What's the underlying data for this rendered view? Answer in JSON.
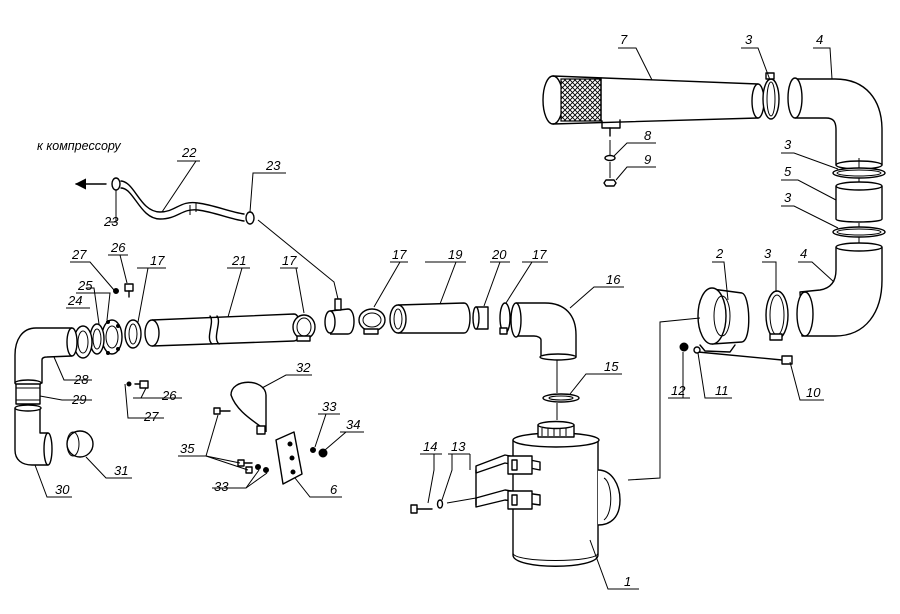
{
  "diagram": {
    "caption_compressor": "к компрессору",
    "callouts": {
      "c1": "1",
      "c2": "2",
      "c3a": "3",
      "c3b": "3",
      "c3c": "3",
      "c3d": "3",
      "c4a": "4",
      "c4b": "4",
      "c5": "5",
      "c6": "6",
      "c7": "7",
      "c8": "8",
      "c9": "9",
      "c10": "10",
      "c11": "11",
      "c12": "12",
      "c13": "13",
      "c14": "14",
      "c15": "15",
      "c16": "16",
      "c17a": "17",
      "c17b": "17",
      "c17c": "17",
      "c17d": "17",
      "c19": "19",
      "c20": "20",
      "c21": "21",
      "c22": "22",
      "c23a": "23",
      "c23b": "23",
      "c24": "24",
      "c25": "25",
      "c26a": "26",
      "c26b": "26",
      "c27a": "27",
      "c27b": "27",
      "c28": "28",
      "c29": "29",
      "c30": "30",
      "c31": "31",
      "c32": "32",
      "c33a": "33",
      "c33b": "33",
      "c34": "34",
      "c35": "35"
    }
  }
}
